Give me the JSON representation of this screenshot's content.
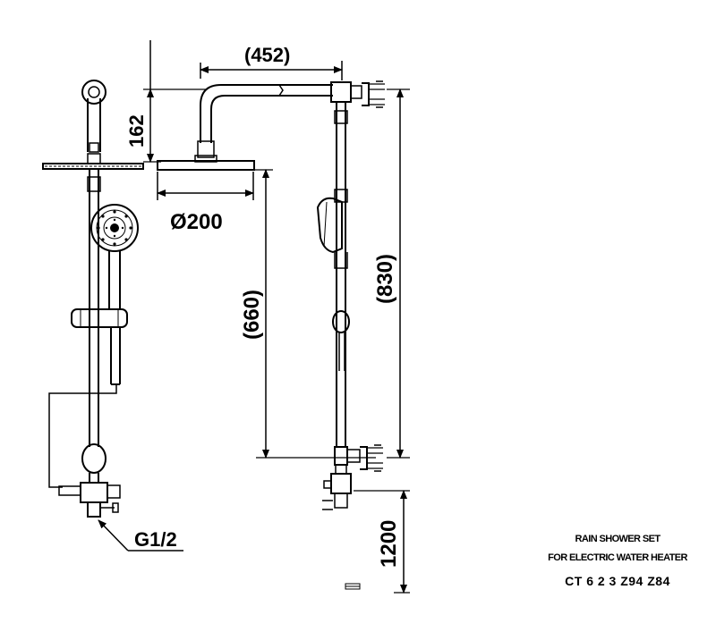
{
  "dimensions": {
    "arm_length": "(452)",
    "head_height": "162",
    "head_diameter": "Ø200",
    "head_to_bracket": "(660)",
    "rail_height": "(830)",
    "install_height": "1200",
    "inlet_thread": "G1/2"
  },
  "title_block": {
    "line1": "RAIN SHOWER SET",
    "line2": "FOR ELECTRIC WATER HEATER",
    "line3": "CT 6 2 3 Z94 Z84"
  },
  "colors": {
    "line": "#000000",
    "background": "#ffffff"
  }
}
